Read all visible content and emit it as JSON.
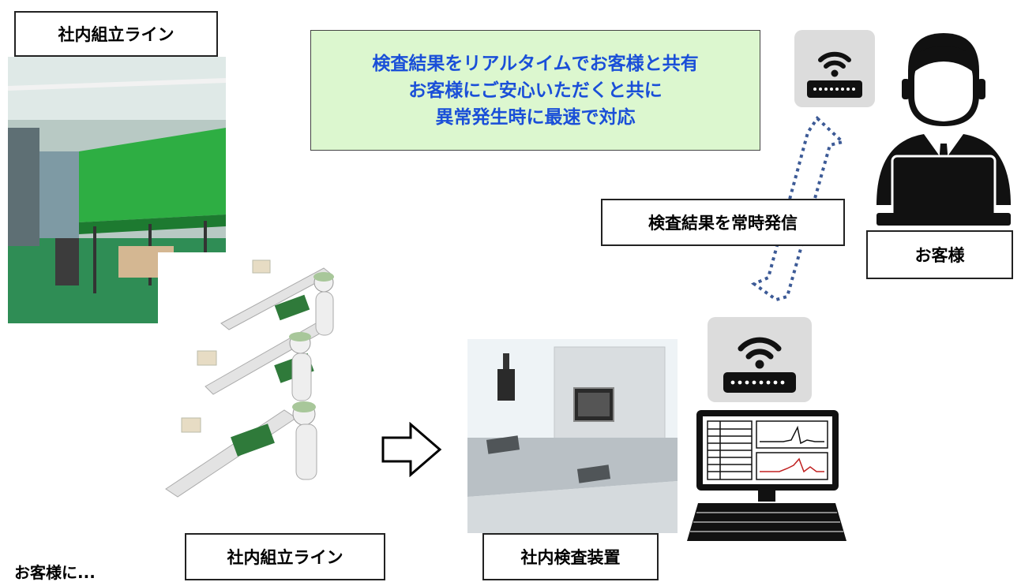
{
  "labels": {
    "top_left": "社内組立ライン",
    "assembly": "社内組立ライン",
    "inspection": "社内検査装置",
    "broadcast": "検査結果を常時発信",
    "customer": "お客様"
  },
  "message": {
    "line1": "検査結果をリアルタイムでお客様と共有",
    "line2": "お客様にご安心いただくと共に",
    "line3": "異常発生時に最速で対応"
  },
  "bottom_partial": "お客様に..."
}
